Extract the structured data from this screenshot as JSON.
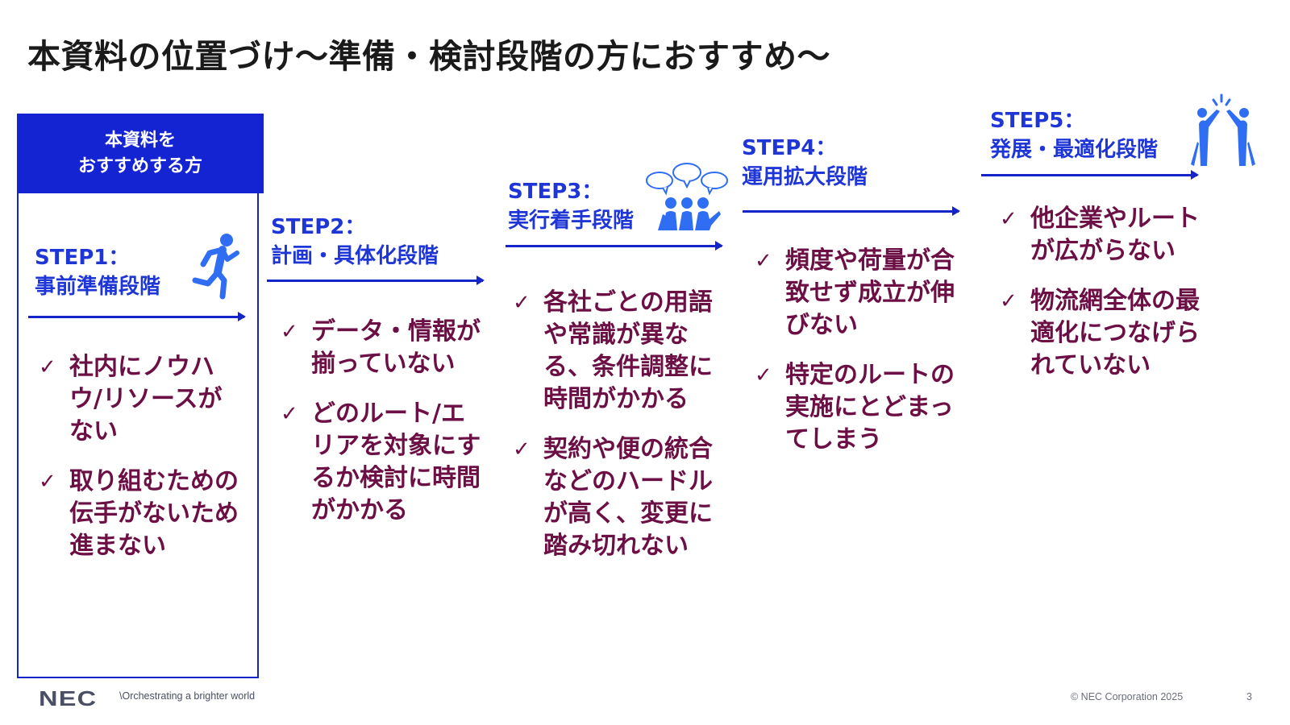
{
  "slide": {
    "title": "本資料の位置づけ～準備・検討段階の方におすすめ～",
    "target_box": {
      "line1": "本資料を",
      "line2": "おすすめする方"
    },
    "colors": {
      "accent_blue": "#1424d2",
      "step_title_blue": "#1f36d6",
      "issue_text": "#6b0f45",
      "icon_blue": "#2f6ef2"
    },
    "steps": [
      {
        "label": "STEP1：",
        "name": "事前準備段階",
        "icon": "running-person-icon",
        "issues": [
          "社内にノウハウ/リソースがない",
          "取り組むための伝手がないため進まない"
        ]
      },
      {
        "label": "STEP2：",
        "name": "計画・具体化段階",
        "icon": "",
        "issues": [
          "データ・情報が揃っていない",
          "どのルート/エリアを対象にするか検討に時間がかかる"
        ]
      },
      {
        "label": "STEP3：",
        "name": "実行着手段階",
        "icon": "group-discussion-icon",
        "issues": [
          "各社ごとの用語や常識が異なる、条件調整に時間がかかる",
          "契約や便の統合などのハードルが高く、変更に踏み切れない"
        ]
      },
      {
        "label": "STEP4：",
        "name": "運用拡大段階",
        "icon": "",
        "issues": [
          "頻度や荷量が合致せず成立が伸びない",
          "特定のルートの実施にとどまってしまう"
        ]
      },
      {
        "label": "STEP5：",
        "name": "発展・最適化段階",
        "icon": "high-five-icon",
        "issues": [
          "他企業やルートが広がらない",
          "物流網全体の最適化につなげられていない"
        ]
      }
    ],
    "check_glyph": "✓"
  },
  "footer": {
    "logo": "NEC",
    "tagline": "\\Orchestrating a brighter world",
    "copyright": "© NEC Corporation 2025",
    "page_number": "3"
  }
}
